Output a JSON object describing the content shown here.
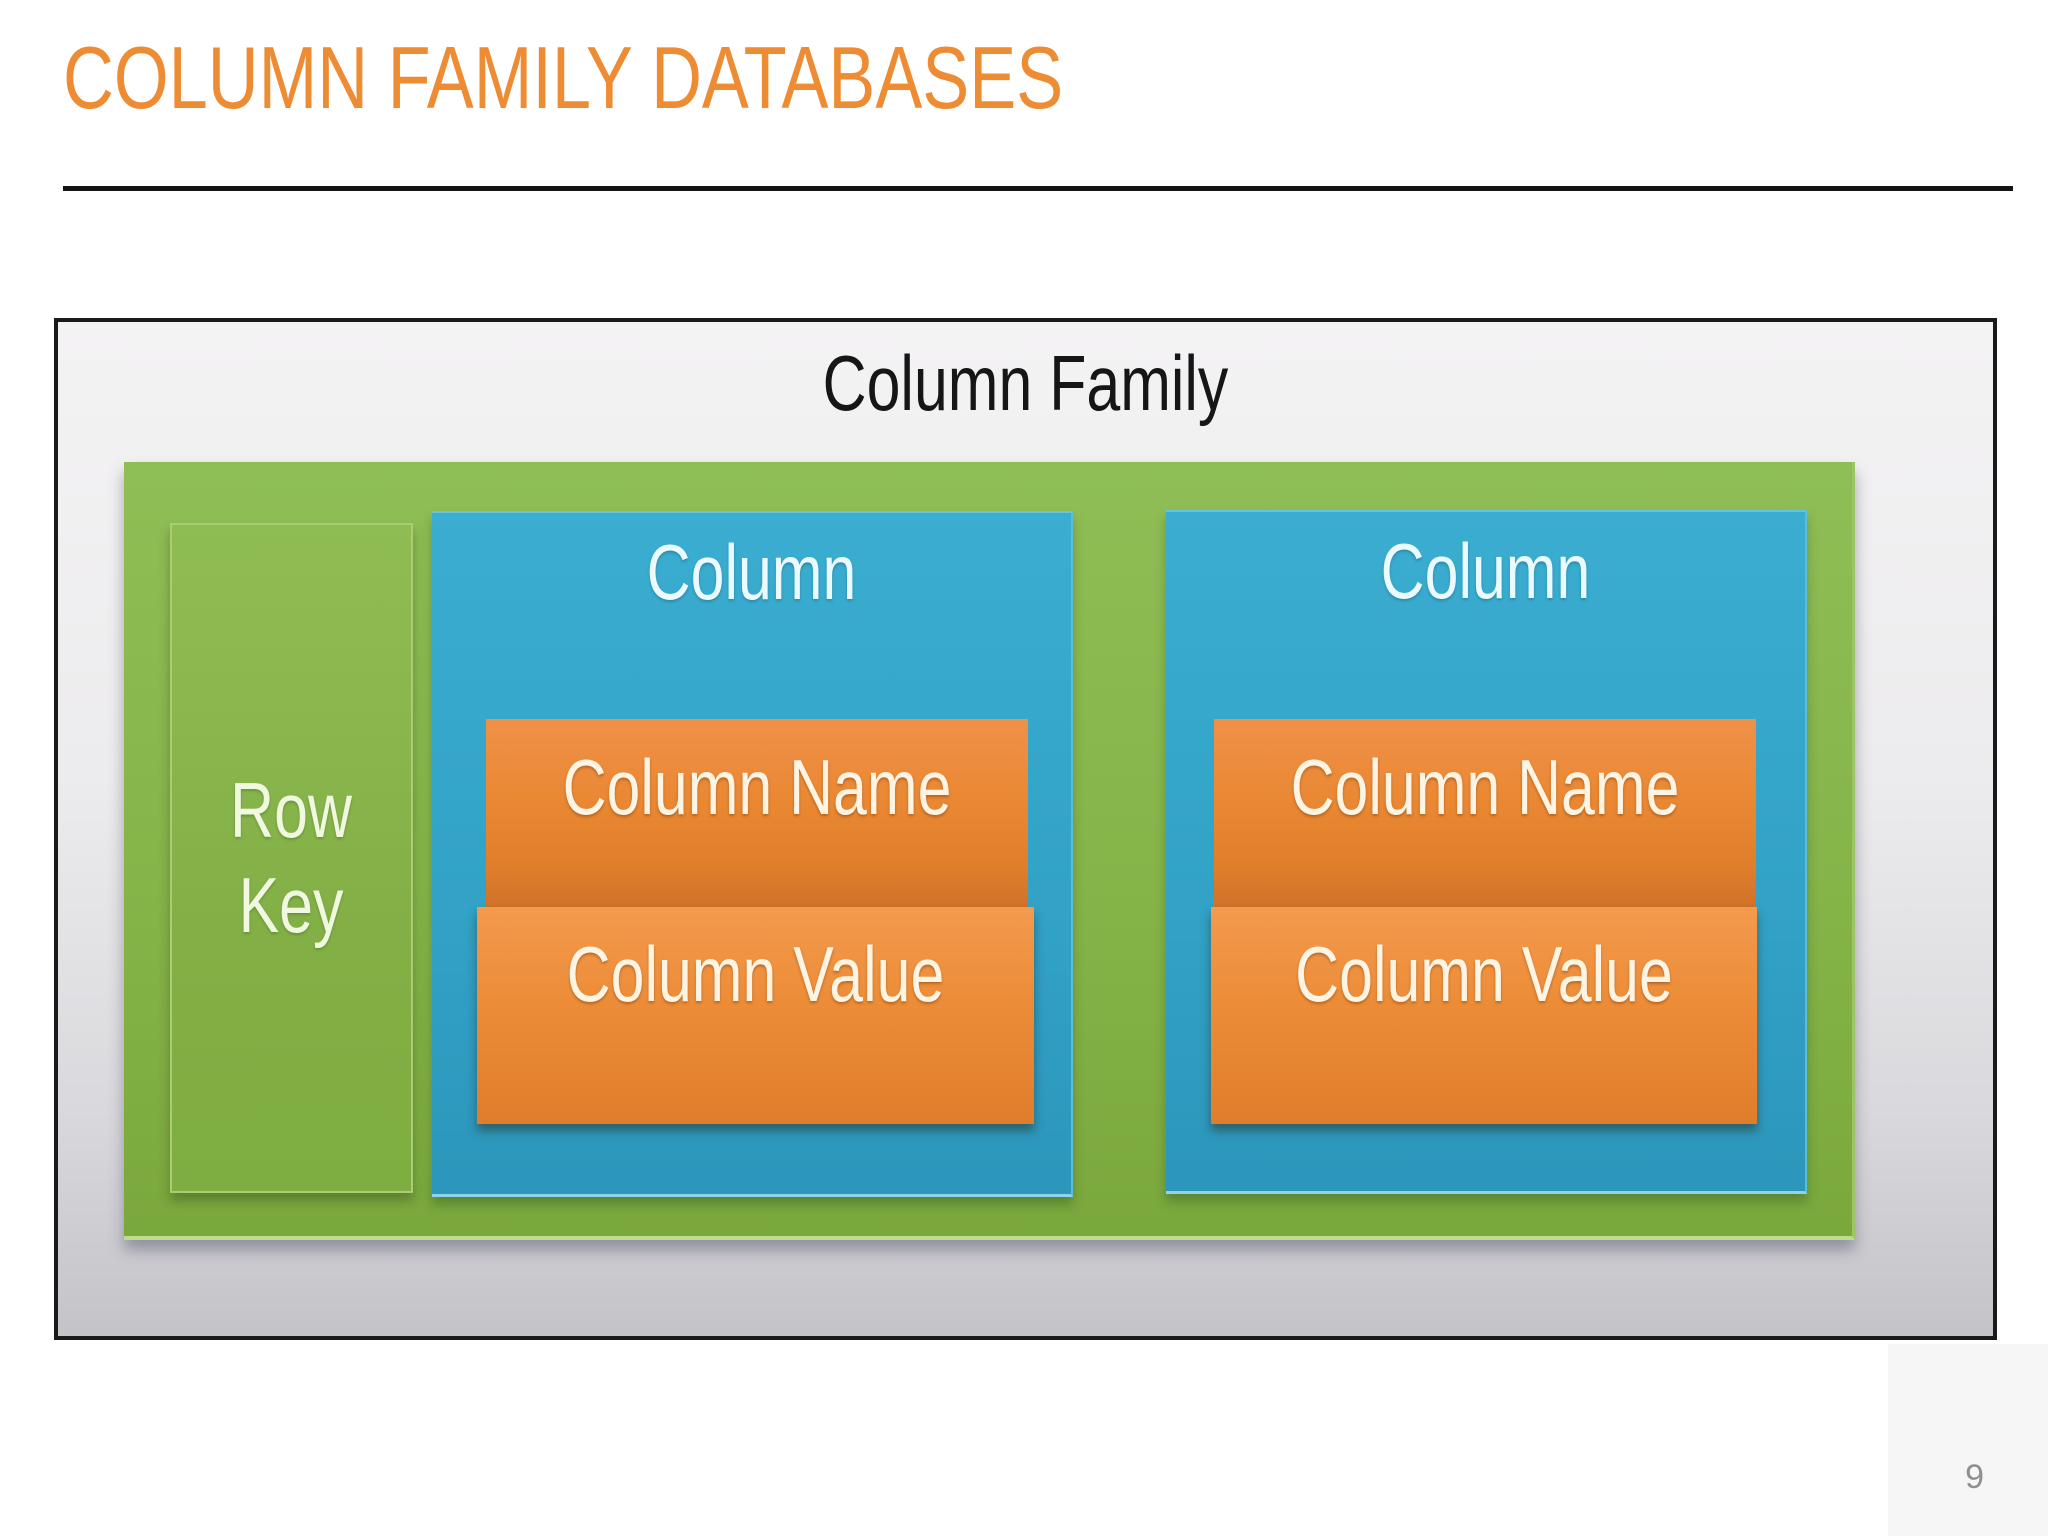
{
  "slide": {
    "title": "COLUMN FAMILY DATABASES",
    "page_number": "9"
  },
  "diagram": {
    "title": "Column Family",
    "row_key": {
      "line1": "Row",
      "line2": "Key"
    },
    "columns": [
      {
        "title": "Column",
        "name_label": "Column Name",
        "value_label": "Column Value"
      },
      {
        "title": "Column",
        "name_label": "Column Name",
        "value_label": "Column Value"
      }
    ],
    "colors": {
      "title_orange": "#EE8C33",
      "container_border": "#1A1A1A",
      "container_gray_top": "#F4F3F4",
      "container_gray_bottom": "#C4C3C8",
      "row_green": "#85B449",
      "column_blue": "#32A3C7",
      "cell_orange": "#EC8C37",
      "page_number_gray": "#8F8F91"
    }
  }
}
